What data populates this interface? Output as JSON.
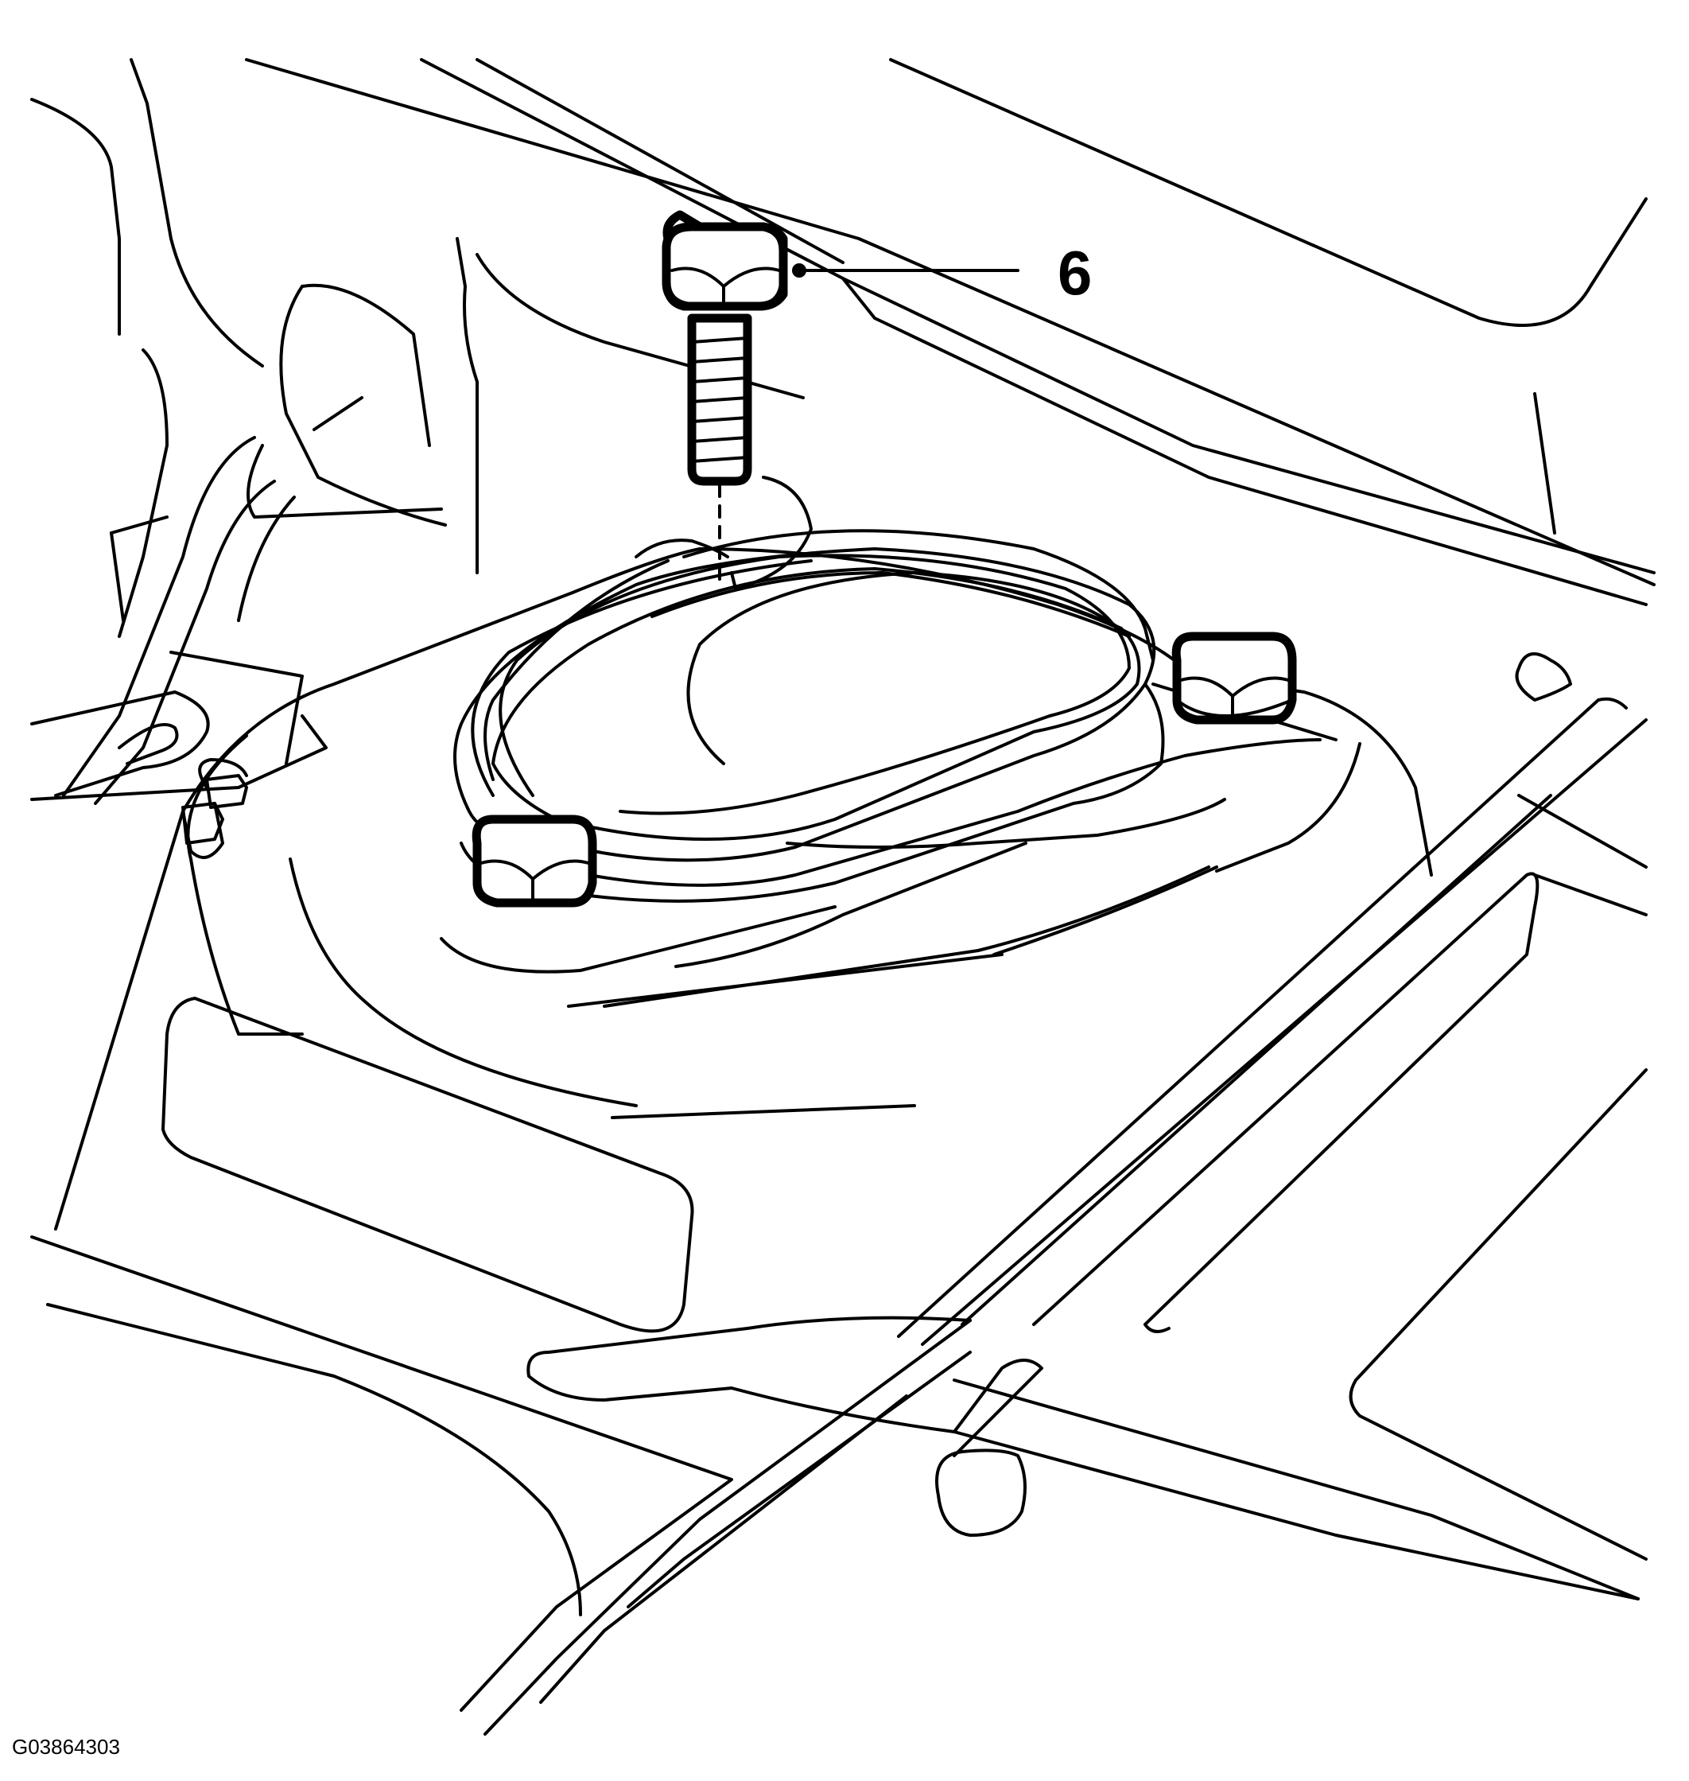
{
  "callouts": [
    {
      "number": "6",
      "target": "strut-mount-bolt"
    }
  ],
  "figure_id": "G03864303",
  "colors": {
    "line": "#000000",
    "background": "#ffffff"
  }
}
